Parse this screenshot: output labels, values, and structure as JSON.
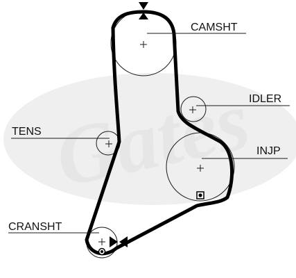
{
  "diagram": {
    "watermark": "Gates",
    "labels": {
      "camsht": "CAMSHT",
      "idler": "IDLER",
      "tens": "TENS",
      "injp": "INJP",
      "cranksht": "CRANSHT"
    },
    "colors": {
      "belt": "#000000",
      "line": "#1a1a1a",
      "watermark": "#e6e6e6",
      "background": "#ffffff"
    },
    "icons": [
      "timing-mark-triangle-icon",
      "timing-mark-dot-icon"
    ]
  }
}
